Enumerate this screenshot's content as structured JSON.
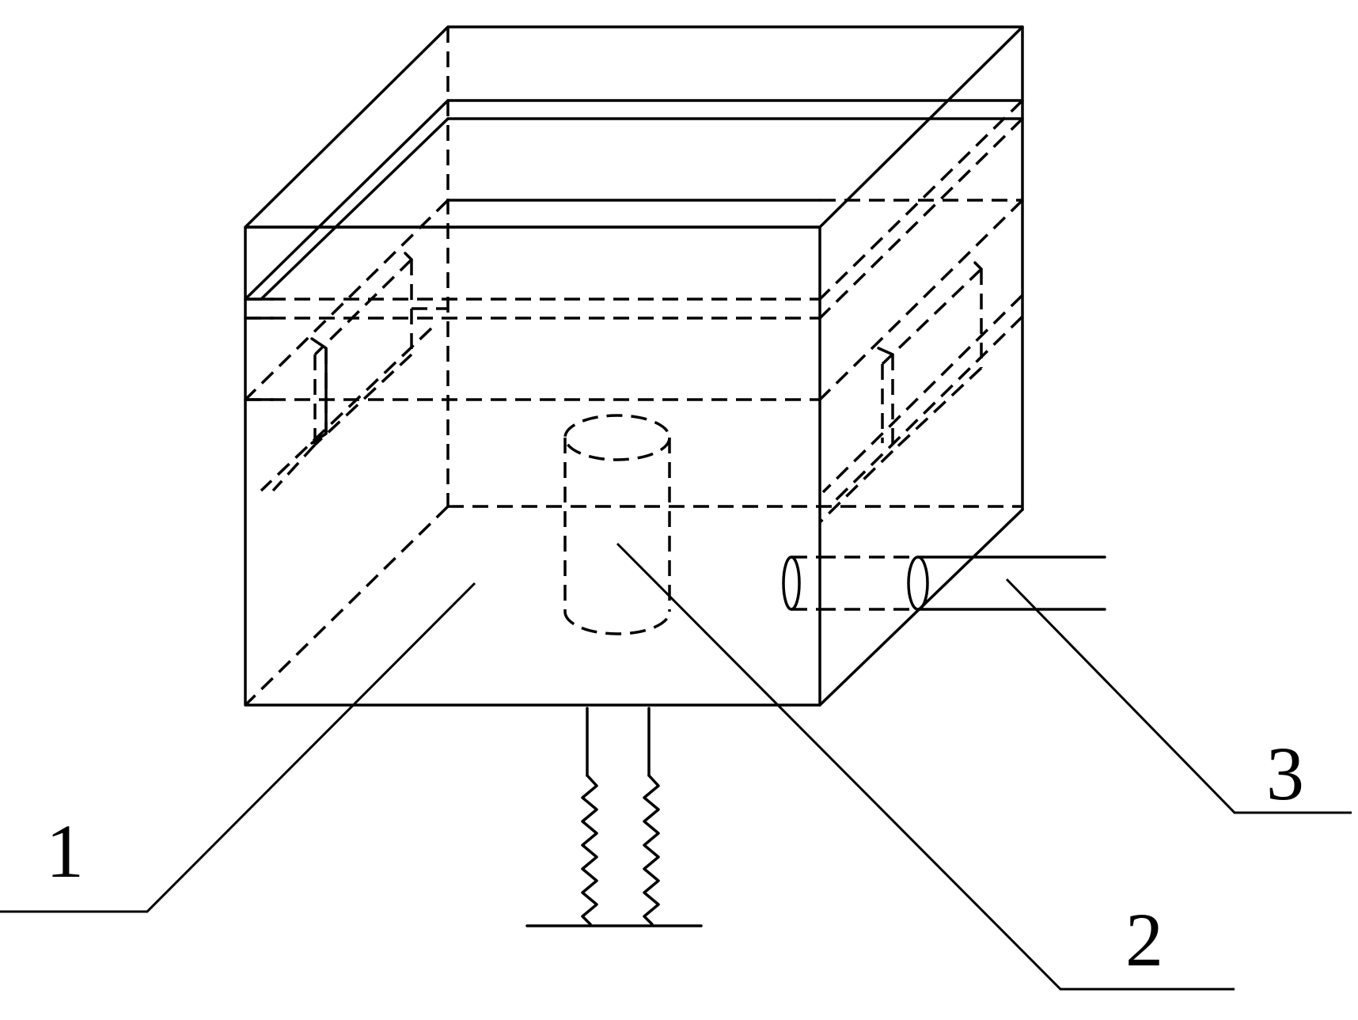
{
  "figure": {
    "labels": {
      "housing": "1",
      "cylinder": "2",
      "side_pipe": "3"
    }
  }
}
